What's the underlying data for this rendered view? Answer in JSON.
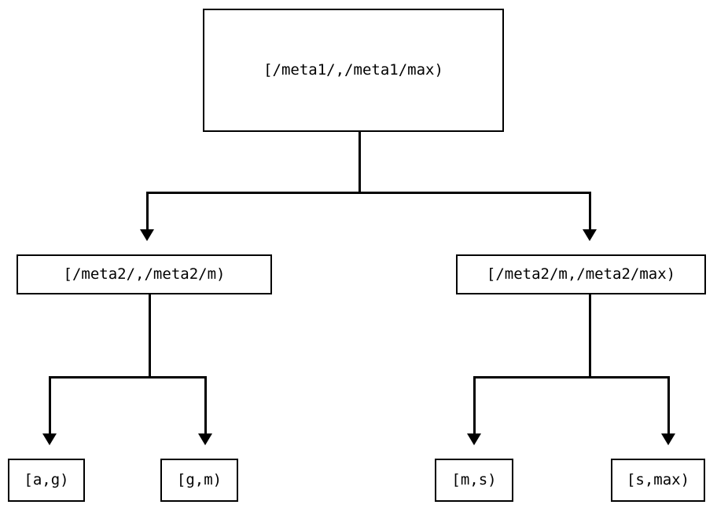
{
  "diagram": {
    "type": "tree",
    "title": "",
    "background_color": "#ffffff",
    "line_color": "#000000",
    "text_color": "#000000",
    "nodes": {
      "root": {
        "label": "[/meta1/,/meta1/max)",
        "level": 1
      },
      "mid_left": {
        "label": "[/meta2/,/meta2/m)",
        "level": 2
      },
      "mid_right": {
        "label": "[/meta2/m,/meta2/max)",
        "level": 2
      },
      "leaf_ag": {
        "label": "[a,g)",
        "level": 3
      },
      "leaf_gm": {
        "label": "[g,m)",
        "level": 3
      },
      "leaf_ms": {
        "label": "[m,s)",
        "level": 3
      },
      "leaf_smax": {
        "label": "[s,max)",
        "level": 3
      }
    },
    "edges": [
      {
        "from": "root",
        "to": "mid_left",
        "arrow": "down"
      },
      {
        "from": "root",
        "to": "mid_right",
        "arrow": "down"
      },
      {
        "from": "mid_left",
        "to": "leaf_ag",
        "arrow": "down"
      },
      {
        "from": "mid_left",
        "to": "leaf_gm",
        "arrow": "down"
      },
      {
        "from": "mid_right",
        "to": "leaf_ms",
        "arrow": "down"
      },
      {
        "from": "mid_right",
        "to": "leaf_smax",
        "arrow": "down"
      }
    ]
  }
}
